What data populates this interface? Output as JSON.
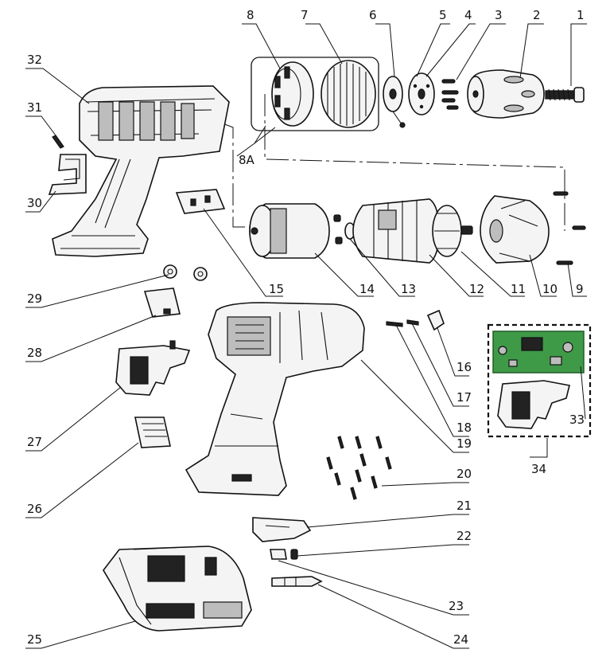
{
  "labels": [
    "1",
    "2",
    "3",
    "4",
    "5",
    "6",
    "7",
    "8",
    "8A",
    "9",
    "10",
    "11",
    "12",
    "13",
    "14",
    "15",
    "16",
    "17",
    "18",
    "19",
    "20",
    "21",
    "22",
    "23",
    "24",
    "25",
    "26",
    "27",
    "28",
    "29",
    "30",
    "31",
    "32",
    "33",
    "34"
  ]
}
